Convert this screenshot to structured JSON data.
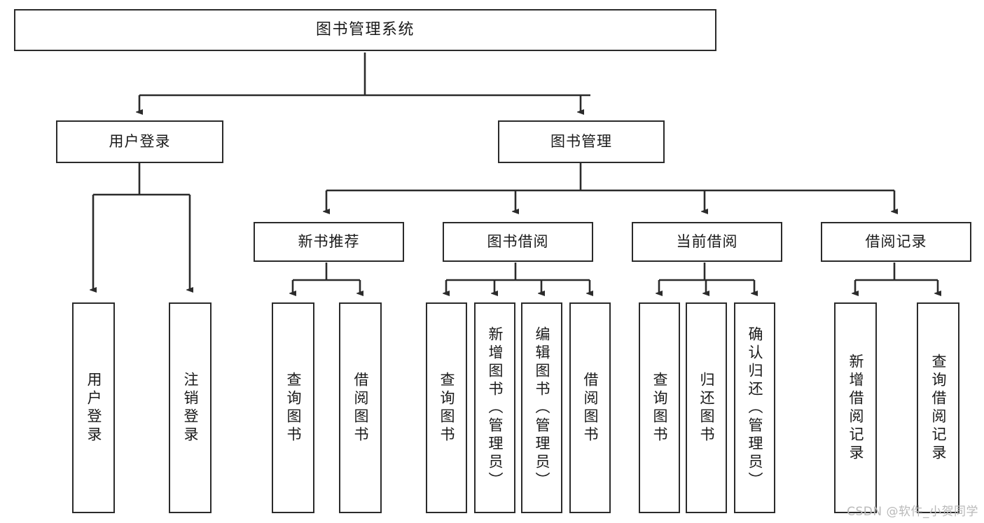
{
  "diagram": {
    "title": "图书管理系统",
    "watermark": "CSDN @软件_小贺同学",
    "stroke_color": "#2b2b2b",
    "fill_color": "#ffffff",
    "text_color": "#1a1a1a",
    "watermark_color": "#b9b9b9",
    "type": "tree-hierarchy",
    "levels": 4
  },
  "nodes": {
    "root": {
      "label": "图书管理系统"
    },
    "level2": [
      {
        "label": "用户登录"
      },
      {
        "label": "图书管理"
      }
    ],
    "level3": [
      {
        "label": "新书推荐"
      },
      {
        "label": "图书借阅"
      },
      {
        "label": "当前借阅"
      },
      {
        "label": "借阅记录"
      }
    ],
    "leaves_user_login": [
      {
        "label": "用户登录"
      },
      {
        "label": "注销登录"
      }
    ],
    "leaves_new_books": [
      {
        "label": "查询图书"
      },
      {
        "label": "借阅图书"
      }
    ],
    "leaves_borrow": [
      {
        "label": "查询图书"
      },
      {
        "label": "新增图书（管理员）"
      },
      {
        "label": "编辑图书（管理员）"
      },
      {
        "label": "借阅图书"
      }
    ],
    "leaves_current": [
      {
        "label": "查询图书"
      },
      {
        "label": "归还图书"
      },
      {
        "label": "确认归还（管理员）"
      }
    ],
    "leaves_records": [
      {
        "label": "新增借阅记录"
      },
      {
        "label": "查询借阅记录"
      }
    ]
  }
}
